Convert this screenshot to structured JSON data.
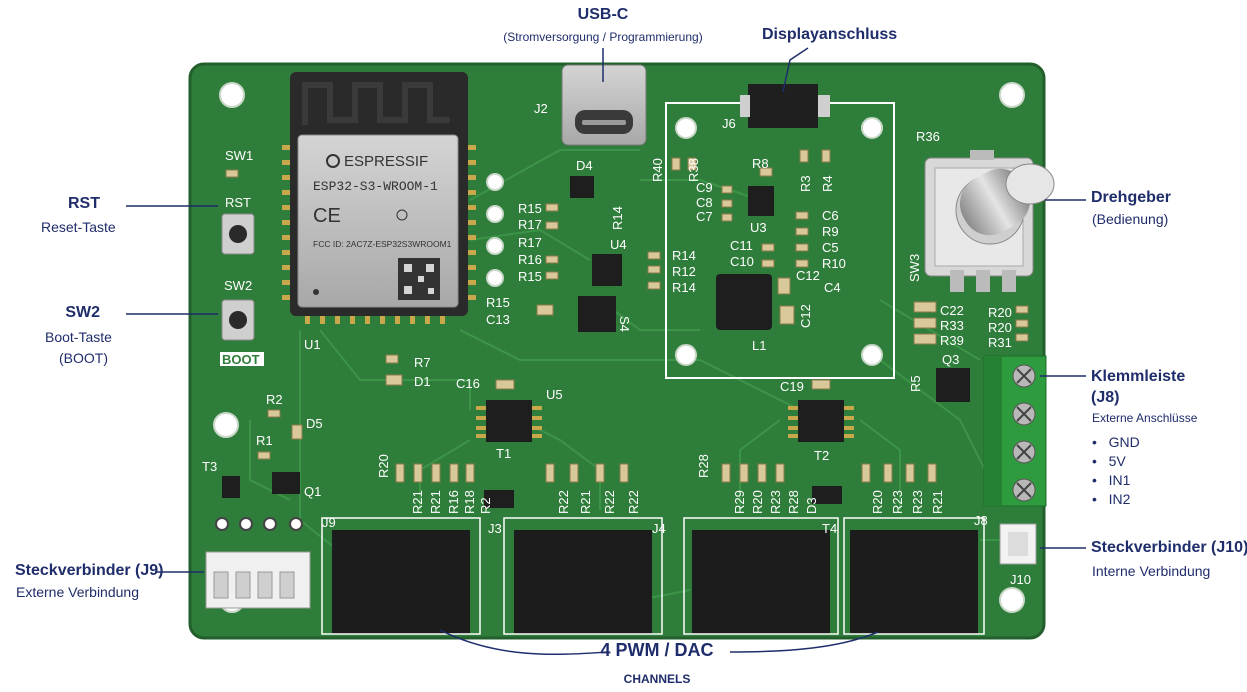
{
  "annotations": {
    "usbc": {
      "title": "USB-C",
      "subtitle": "(Stromversorgung / Programmierung)"
    },
    "display": {
      "title": "Displayanschluss"
    },
    "rst": {
      "title": "RST",
      "subtitle": "Reset-Taste"
    },
    "sw2": {
      "title": "SW2",
      "subtitle": "Boot-Taste",
      "subtitle2": "(BOOT)"
    },
    "encoder": {
      "title": "Drehgeber",
      "subtitle": "(Bedienung)"
    },
    "terminal": {
      "title": "Klemmleiste",
      "title2": "(J8)",
      "subtitle": "Externe Anschlüsse",
      "pins": [
        "GND",
        "5V",
        "IN1",
        "IN2"
      ]
    },
    "j9": {
      "title": "Steckverbinder (J9)",
      "subtitle": "Externe Verbindung"
    },
    "j10": {
      "title": "Steckverbinder (J10)",
      "subtitle": "Interne Verbindung"
    },
    "pwm": {
      "title": "4 PWM / DAC",
      "subtitle": "CHANNELS"
    }
  },
  "board": {
    "module_brand": "ESPRESSIF",
    "module_model": "ESP32-S3-WROOM-1",
    "module_fcc": "FCC ID: 2AC7Z-ESP32S3WROOM1",
    "silkscreen": [
      "J2",
      "D4",
      "J6",
      "R36",
      "SW1",
      "RST",
      "R15",
      "R17",
      "R17",
      "R16",
      "R15",
      "R14",
      "U4",
      "R14",
      "R12",
      "R14",
      "R15",
      "C13",
      "S4",
      "R8",
      "C9",
      "C8",
      "C7",
      "U3",
      "R40",
      "R38",
      "R3",
      "R4",
      "C6",
      "R9",
      "C5",
      "R10",
      "C11",
      "C10",
      "C12",
      "C4",
      "C12",
      "L1",
      "SW3",
      "C22",
      "R33",
      "R39",
      "R20",
      "R20",
      "R31",
      "Q3",
      "R5",
      "SW2",
      "BOOT",
      "U1",
      "R7",
      "D1",
      "C16",
      "U5",
      "C19",
      "R2",
      "D5",
      "R1",
      "T3",
      "Q1",
      "R20",
      "R21",
      "R21",
      "R16",
      "R18",
      "T1",
      "R2",
      "R22",
      "R21",
      "R22",
      "R22",
      "J3",
      "J4",
      "R28",
      "R29",
      "R20",
      "R23",
      "R28",
      "T2",
      "D3",
      "R20",
      "R23",
      "R23",
      "R21",
      "T4",
      "J9",
      "J8",
      "J10"
    ]
  }
}
